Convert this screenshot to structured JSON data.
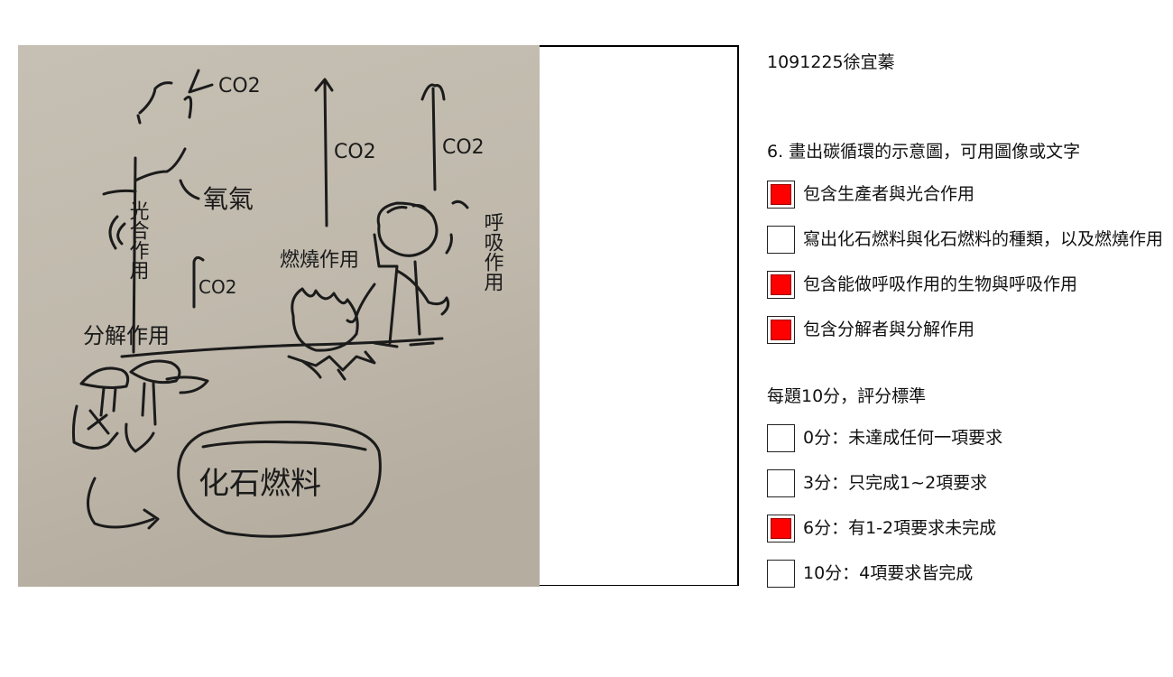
{
  "student": {
    "name": "1091225徐宜蓁"
  },
  "question": {
    "title": "6. 畫出碳循環的示意圖，可用圖像或文字"
  },
  "requirements": [
    {
      "label": "包含生產者與光合作用",
      "checked": true
    },
    {
      "label": "寫出化石燃料與化石燃料的種類，以及燃燒作用",
      "checked": false
    },
    {
      "label": "包含能做呼吸作用的生物與呼吸作用",
      "checked": true
    },
    {
      "label": "包含分解者與分解作用",
      "checked": true
    }
  ],
  "scoring": {
    "title": "每題10分，評分標準",
    "levels": [
      {
        "label": "0分：未達成任何一項要求",
        "checked": false
      },
      {
        "label": "3分：只完成1~2項要求",
        "checked": false
      },
      {
        "label": "6分：有1-2項要求未完成",
        "checked": true
      },
      {
        "label": "10分：4項要求皆完成",
        "checked": false
      }
    ]
  },
  "sketch": {
    "co2": "CO2",
    "oxygen": "氧氣",
    "photosynthesis": "光合作用",
    "combustion": "燃燒作用",
    "respiration": "呼吸作用",
    "decomposition": "分解作用",
    "fossil_fuel": "化石燃料"
  },
  "colors": {
    "check_fill": "#ff0000",
    "paper": "#c3bdb1"
  }
}
